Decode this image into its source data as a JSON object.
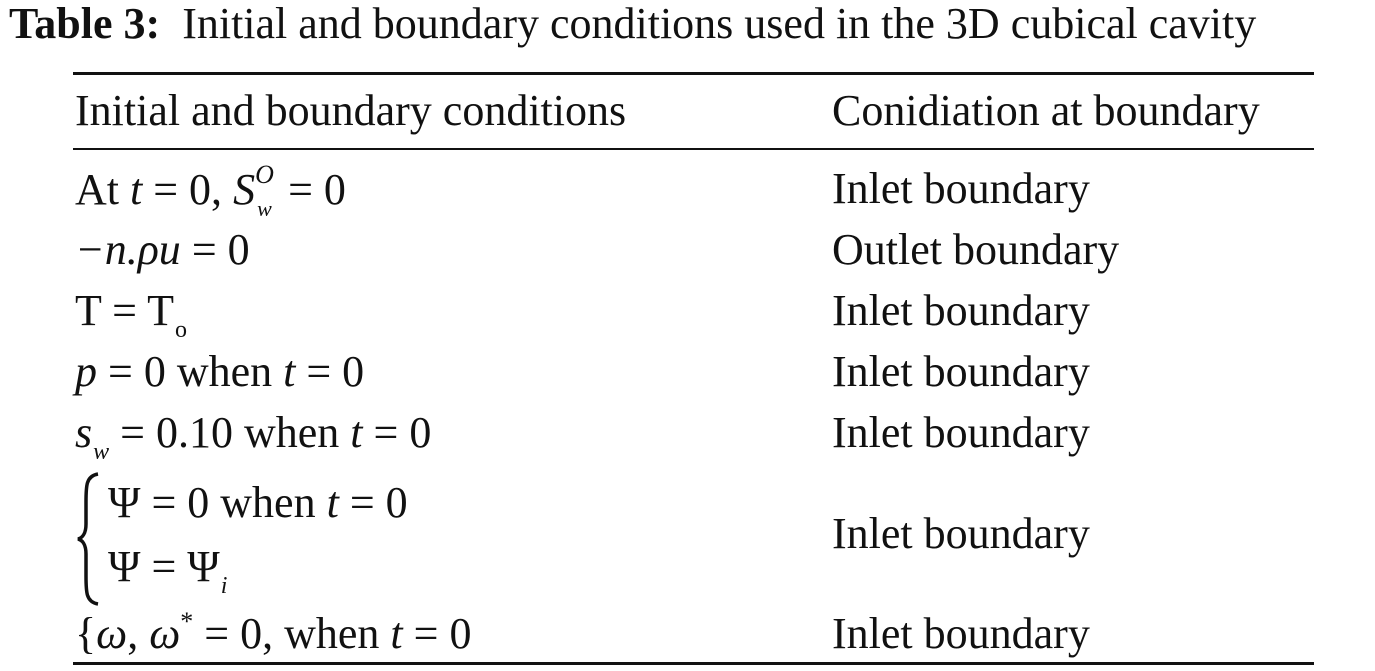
{
  "caption": {
    "label": "Table 3:",
    "text": "Initial and boundary conditions used in the 3D cubical cavity"
  },
  "table": {
    "headers": [
      "Initial and boundary conditions",
      "Conidiation at boundary"
    ],
    "rows": [
      {
        "condition": {
          "text": "At ",
          "var": "t",
          "rel": " = 0, ",
          "sym": "S",
          "sup": "O",
          "sub": "w",
          "tail": " = 0"
        },
        "boundary": "Inlet boundary"
      },
      {
        "condition": {
          "lhs": "−n.ρu",
          "rhs": " = 0"
        },
        "boundary": "Outlet boundary"
      },
      {
        "condition": {
          "lhs": "T = T",
          "sub": "o"
        },
        "boundary": "Inlet boundary"
      },
      {
        "condition": {
          "var": "p",
          "mid": " = 0 when ",
          "var2": "t",
          "tail": " = 0"
        },
        "boundary": "Inlet boundary"
      },
      {
        "condition": {
          "var": "s",
          "sub": "w",
          "mid": " = 0.10 when ",
          "var2": "t",
          "tail": " = 0"
        },
        "boundary": "Inlet boundary"
      },
      {
        "condition": {
          "line1": {
            "lhs": "Ψ = 0 when ",
            "var": "t",
            "tail": " = 0"
          },
          "line2": {
            "lhs": "Ψ = Ψ",
            "sub": "i"
          }
        },
        "boundary": "Inlet boundary"
      },
      {
        "condition": {
          "open": "{",
          "w": "ω",
          "comma": ", ",
          "w2": "ω",
          "star": "*",
          "mid": " = 0, when ",
          "var": "t",
          "tail": " = 0"
        },
        "boundary": "Inlet boundary"
      }
    ]
  }
}
